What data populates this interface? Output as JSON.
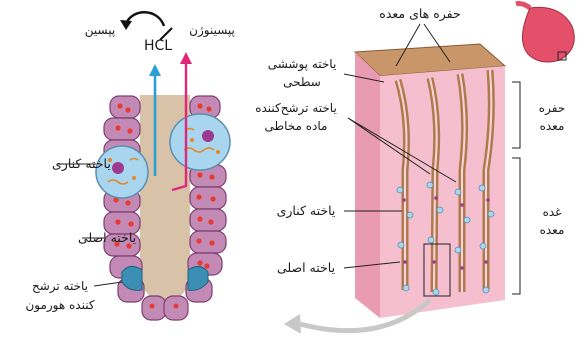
{
  "labels": {
    "stomach_pits": "حفره های معده",
    "surface_mucous_cell_line1": "یاخته پوششی",
    "surface_mucous_cell_line2": "سطحی",
    "mucus_secreting_line1": "یاخته ترشح‌کننده",
    "mucus_secreting_line2": "ماده مخاطی",
    "parietal_cell_right": "یاخته کناری",
    "chief_cell_right": "یاخته اصلی",
    "gastric_pit_line1": "حفره",
    "gastric_pit_line2": "معده",
    "gastric_gland_line1": "غده",
    "gastric_gland_line2": "معده",
    "parietal_cell_left": "یاخته کناری",
    "chief_cell_left": "یاخته اصلی",
    "hormone_secreting_line1": "یاخته ترشح",
    "hormone_secreting_line2": "کننده هورمون",
    "pepsinogen": "پپسینوژن",
    "pepsin": "پپسین",
    "hcl": "HCL"
  },
  "colors": {
    "gland_cell": "#c48ab6",
    "parietal_cell": "#a9d6ee",
    "lumen": "#d8c2a8",
    "endocrine_cell": "#3c8fb4",
    "granule": "#e63b2e",
    "hcl_arrow": "#2a9fd6",
    "pepsinogen_arrow": "#e0287a",
    "tissue_pink": "#f4b3c6",
    "tissue_brown": "#b07a4a"
  }
}
